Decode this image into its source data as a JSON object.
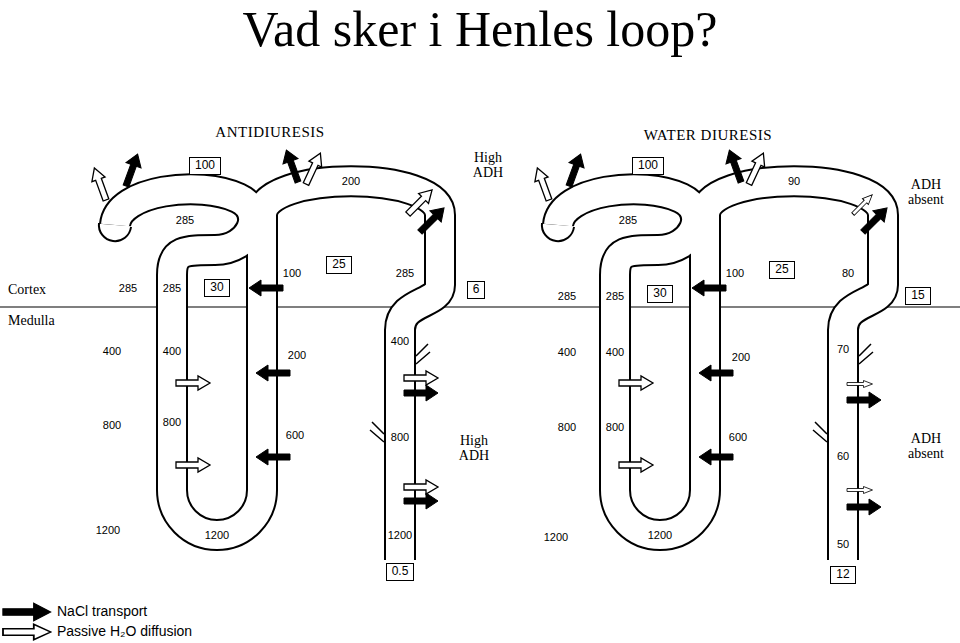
{
  "diagram": {
    "title": "Vad sker i Henles loop?",
    "nodes": [
      {
        "text": [
          "100"
        ]
      },
      {
        "text": [
          "30"
        ]
      },
      {
        "text": [
          "25"
        ]
      },
      {
        "text": [
          "6"
        ]
      },
      {
        "text": [
          "0.5"
        ]
      },
      {
        "text": [
          "100"
        ]
      },
      {
        "text": [
          "30"
        ]
      },
      {
        "text": [
          "25"
        ]
      },
      {
        "text": [
          "15"
        ]
      },
      {
        "text": [
          "12"
        ]
      }
    ],
    "labels": [
      "ANTIDIURESIS",
      "High ADH",
      "Cortex",
      "Medulla",
      "285",
      "200",
      "285",
      "285",
      "100",
      "285",
      "400",
      "400",
      "200",
      "400",
      "800",
      "800",
      "600",
      "800",
      "High ADH",
      "1200",
      "1200",
      "1200",
      "WATER DIURESIS",
      "ADH absent",
      "285",
      "90",
      "285",
      "285",
      "100",
      "80",
      "400",
      "400",
      "200",
      "70",
      "800",
      "800",
      "600",
      "60",
      "ADH absent",
      "1200",
      "1200",
      "50"
    ],
    "legend": [
      {
        "text": "NaCl transport"
      },
      {
        "text": "Passive H₂O diffusion"
      }
    ]
  }
}
